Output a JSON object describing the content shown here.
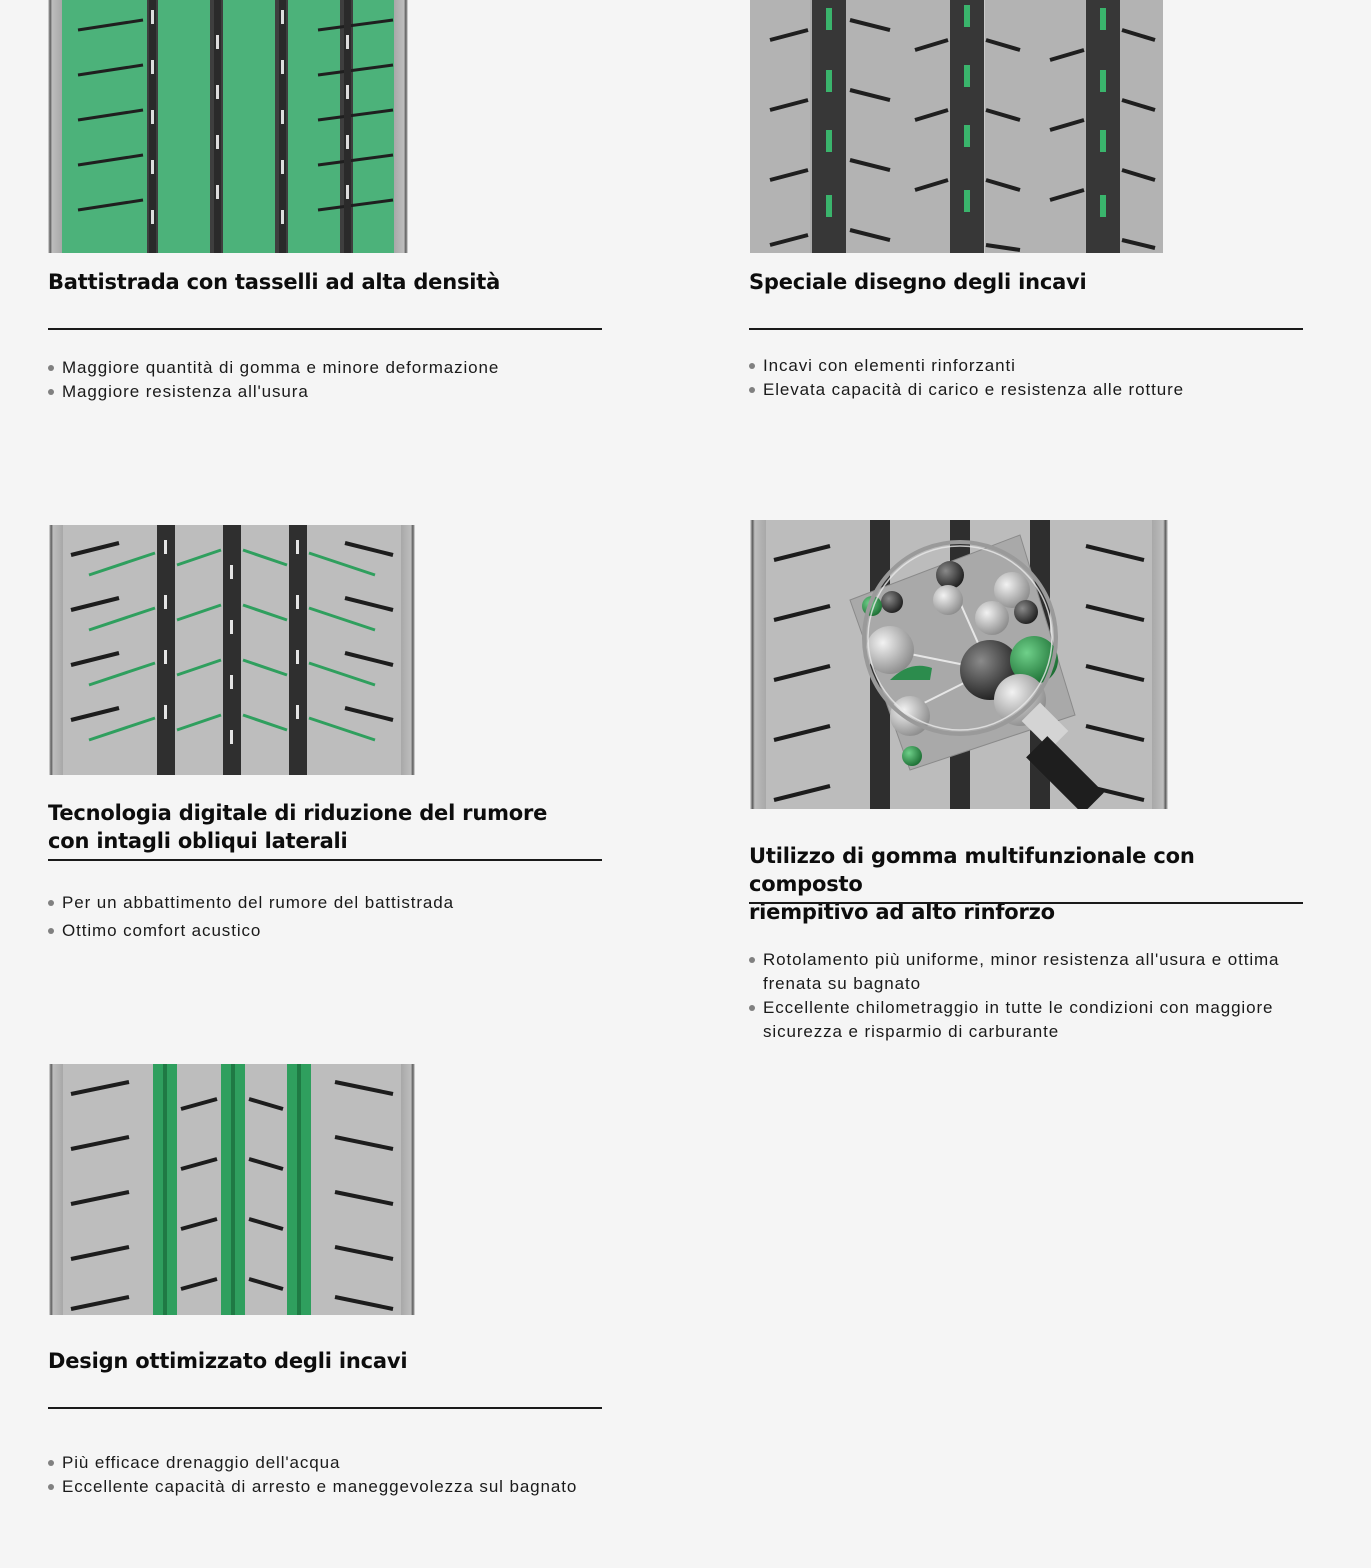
{
  "colors": {
    "background": "#f5f5f5",
    "accent_green": "#2f9f5e",
    "tread_grey": "#b9b9b9",
    "groove_dark": "#3a3a3a"
  },
  "features": [
    {
      "title": "Battistrada con tasselli ad alta densità",
      "image_icon": "tread-highlight-blocks",
      "bullets": [
        "Maggiore quantità di gomma e minore deformazione",
        "Maggiore resistenza all'usura"
      ]
    },
    {
      "title": "Speciale disegno degli incavi",
      "image_icon": "tread-highlight-groove-elements",
      "bullets": [
        "Incavi con elementi rinforzanti",
        "Elevata capacità di carico e resistenza alle rotture"
      ]
    },
    {
      "title_lines": [
        "Tecnologia digitale di riduzione del rumore",
        "con intagli obliqui laterali"
      ],
      "image_icon": "tread-highlight-sipes",
      "bullets": [
        "Per un abbattimento del rumore del battistrada",
        "Ottimo comfort acustico"
      ]
    },
    {
      "title_lines": [
        "Utilizzo di gomma multifunzionale con composto",
        "riempitivo ad alto rinforzo"
      ],
      "image_icon": "tread-magnifier-compound",
      "bullets": [
        "Rotolamento più uniforme, minor resistenza all'usura e ottima frenata su bagnato",
        "Eccellente chilometraggio in tutte le condizioni con maggiore sicurezza e risparmio di carburante"
      ]
    },
    {
      "title": "Design ottimizzato degli incavi",
      "image_icon": "tread-highlight-grooves",
      "bullets": [
        "Più efficace drenaggio dell'acqua",
        "Eccellente capacità di arresto e maneggevolezza sul bagnato"
      ]
    }
  ]
}
